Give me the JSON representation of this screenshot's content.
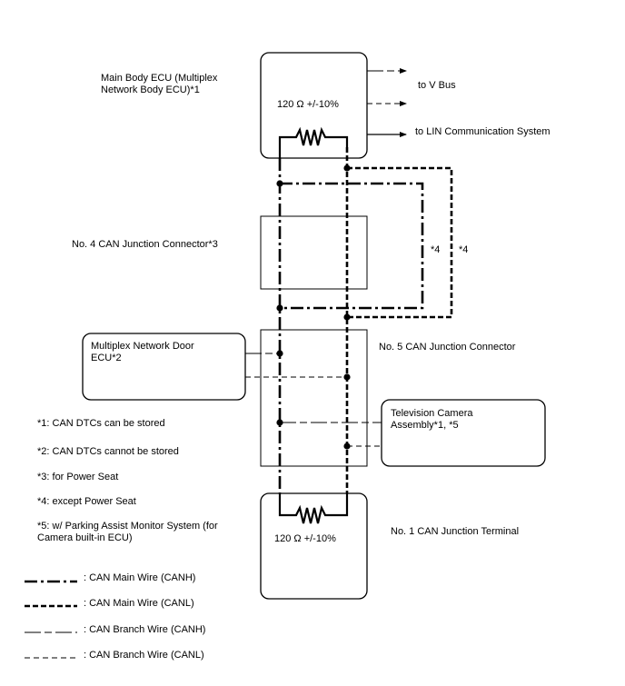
{
  "labels": {
    "main_body_ecu": "Main Body ECU (Multiplex Network Body ECU)*1",
    "main_body_resistor": "120 Ω +/-10%",
    "to_v_bus": "to V Bus",
    "to_lin": "to LIN Communication System",
    "junction_no4": "No. 4 CAN Junction Connector*3",
    "star4_left": "*4",
    "star4_right": "*4",
    "door_ecu": "Multiplex Network Door ECU*2",
    "junction_no5": "No. 5 CAN Junction Connector",
    "tv_camera": "Television Camera Assembly*1, *5",
    "junction_terminal_resistor": "120 Ω +/-10%",
    "junction_terminal_no1": "No. 1 CAN Junction Terminal"
  },
  "notes": [
    "*1: CAN DTCs can be stored",
    "*2: CAN DTCs cannot be stored",
    "*3: for Power Seat",
    "*4: except Power Seat",
    "*5: w/ Parking Assist Monitor System (for Camera built-in ECU)"
  ],
  "legend": [
    {
      "label": ": CAN Main Wire (CANH)",
      "style": "main-canh"
    },
    {
      "label": ": CAN Main Wire (CANL)",
      "style": "main-canl"
    },
    {
      "label": ": CAN Branch Wire (CANH)",
      "style": "branch-canh"
    },
    {
      "label": ": CAN Branch Wire (CANL)",
      "style": "branch-canl"
    }
  ]
}
